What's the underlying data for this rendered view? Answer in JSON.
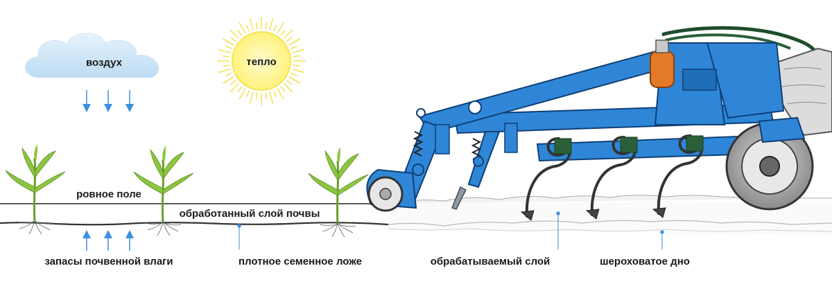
{
  "labels": {
    "air": "воздух",
    "heat": "тепло",
    "level_field": "ровное поле",
    "tilled_layer": "обработанный слой почвы",
    "soil_moisture": "запасы почвенной влаги",
    "firm_seedbed": "плотное семенное ложе",
    "worked_layer": "обрабатываемый слой",
    "rough_bottom": "шероховатое дно"
  },
  "colors": {
    "machine_blue": "#2f86d6",
    "machine_outline": "#0f3f78",
    "sun_yellow": "#fff27a",
    "sun_ray": "#f2dc3a",
    "cloud_blue": "#cfe7f8",
    "arrow_blue": "#3a8fe0",
    "plant_green": "#8cc63f",
    "hydraulic_orange": "#e27a2a"
  },
  "icons": [
    "cloud-icon",
    "sun-icon",
    "plant-icon",
    "cultivator-icon",
    "wheel-icon",
    "down-arrow-icon",
    "up-arrow-icon"
  ]
}
